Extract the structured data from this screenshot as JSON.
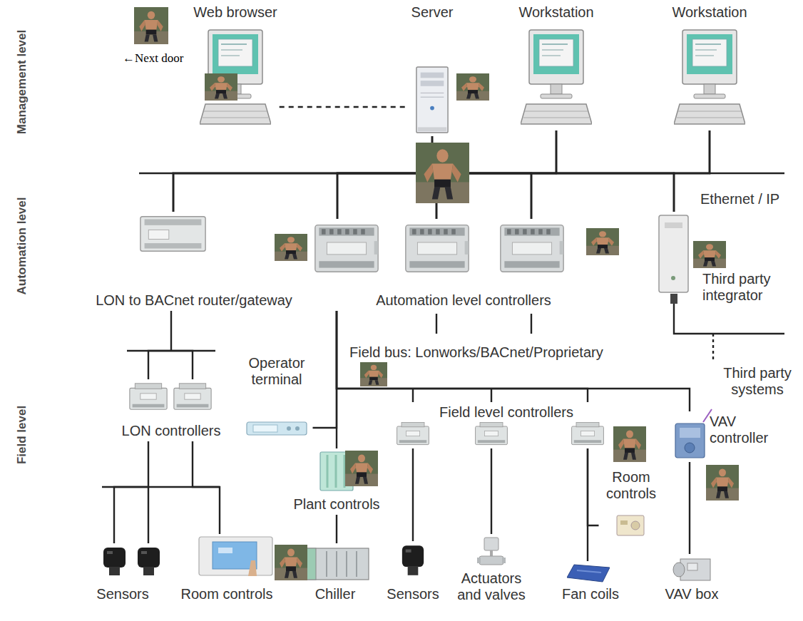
{
  "diagram": {
    "nodes": [
      {
        "text": [
          "Web browser"
        ]
      },
      {
        "text": [
          "Server"
        ]
      },
      {
        "text": [
          "Workstation"
        ]
      },
      {
        "text": [
          "Workstation"
        ]
      },
      {
        "text": [
          "LON to BACnet router/gateway"
        ]
      },
      {
        "text": [
          "Automation level controllers"
        ]
      },
      {
        "text": [
          "Third party integrator"
        ]
      },
      {
        "text": [
          "LON controllers"
        ]
      },
      {
        "text": [
          "Operator terminal"
        ]
      },
      {
        "text": [
          "Plant controls"
        ]
      },
      {
        "text": [
          "Field level controllers"
        ]
      },
      {
        "text": [
          "VAV controller"
        ]
      },
      {
        "text": [
          "Sensors"
        ]
      },
      {
        "text": [
          "Room controls"
        ]
      },
      {
        "text": [
          "Chiller"
        ]
      },
      {
        "text": [
          "Sensors"
        ]
      },
      {
        "text": [
          "Actuators and valves"
        ]
      },
      {
        "text": [
          "Fan coils"
        ]
      },
      {
        "text": [
          "Room controls"
        ]
      },
      {
        "text": [
          "VAV box"
        ]
      }
    ],
    "edges": [
      {
        "from": 0,
        "to": 1,
        "arrow": "none"
      },
      {
        "from": 1,
        "to": 4,
        "arrow": "none"
      },
      {
        "from": 1,
        "to": 5,
        "arrow": "none"
      },
      {
        "from": 1,
        "to": 6,
        "arrow": "none"
      },
      {
        "from": 2,
        "to": 4,
        "arrow": "none"
      },
      {
        "from": 2,
        "to": 5,
        "arrow": "none"
      },
      {
        "from": 2,
        "to": 6,
        "arrow": "none"
      },
      {
        "from": 3,
        "to": 4,
        "arrow": "none"
      },
      {
        "from": 3,
        "to": 5,
        "arrow": "none"
      },
      {
        "from": 3,
        "to": 6,
        "arrow": "none"
      },
      {
        "from": 4,
        "to": 7,
        "arrow": "none"
      },
      {
        "from": 5,
        "to": 8,
        "arrow": "none"
      },
      {
        "from": 5,
        "to": 9,
        "arrow": "none"
      },
      {
        "from": 5,
        "to": 10,
        "arrow": "none"
      },
      {
        "from": 5,
        "to": 11,
        "arrow": "none"
      },
      {
        "from": 7,
        "to": 12,
        "arrow": "none"
      },
      {
        "from": 7,
        "to": 13,
        "arrow": "none"
      },
      {
        "from": 9,
        "to": 14,
        "arrow": "none"
      },
      {
        "from": 10,
        "to": 15,
        "arrow": "none"
      },
      {
        "from": 10,
        "to": 16,
        "arrow": "none"
      },
      {
        "from": 10,
        "to": 17,
        "arrow": "none"
      },
      {
        "from": 10,
        "to": 18,
        "arrow": "none"
      },
      {
        "from": 11,
        "to": 19,
        "arrow": "none"
      }
    ],
    "labels": [
      "Management level",
      "Automation level",
      "Field level",
      "←Next door",
      "Ethernet / IP",
      "Field bus: Lonworks/BACnet/Proprietary",
      "Third party systems"
    ]
  }
}
